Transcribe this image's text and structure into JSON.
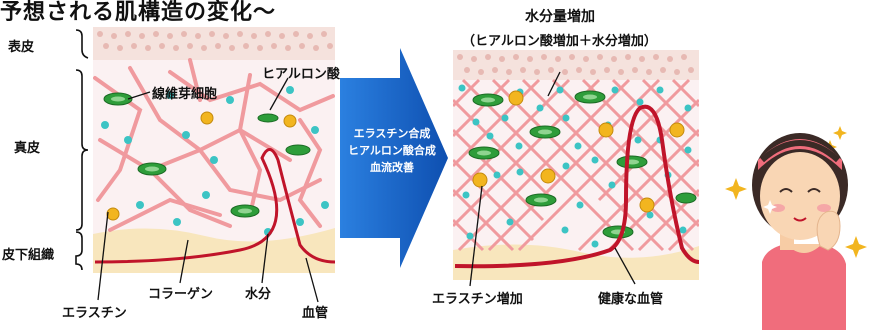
{
  "title": "予想される肌構造の変化〜",
  "layers": {
    "epidermis": "表皮",
    "dermis": "真皮",
    "subcutis": "皮下組織"
  },
  "left_labels": {
    "fibroblast": "線維芽細胞",
    "hyaluronic_acid": "ヒアルロン酸",
    "collagen": "コラーゲン",
    "water": "水分",
    "blood_vessel": "血管",
    "elastin": "エラスチン"
  },
  "arrow": {
    "line1": "エラスチン合成",
    "line2": "ヒアルロン酸合成",
    "line3": "血流改善"
  },
  "right_labels": {
    "water_increase": "水分量増加",
    "water_increase_detail": "（ヒアルロン酸増加＋水分増加）",
    "elastin_increase": "エラスチン増加",
    "healthy_vessel": "健康な血管"
  },
  "colors": {
    "epidermis": "#f3dcd6",
    "dermis": "#fbeef0",
    "fat": "#f8e7bf",
    "fiber": "#f08e93",
    "vessel": "#c0142a",
    "cell_green": "#2e9d3a",
    "water_teal": "#3cc4c4",
    "elastin_yellow": "#f0b41e",
    "arrow_blue": "#1a64c8"
  }
}
